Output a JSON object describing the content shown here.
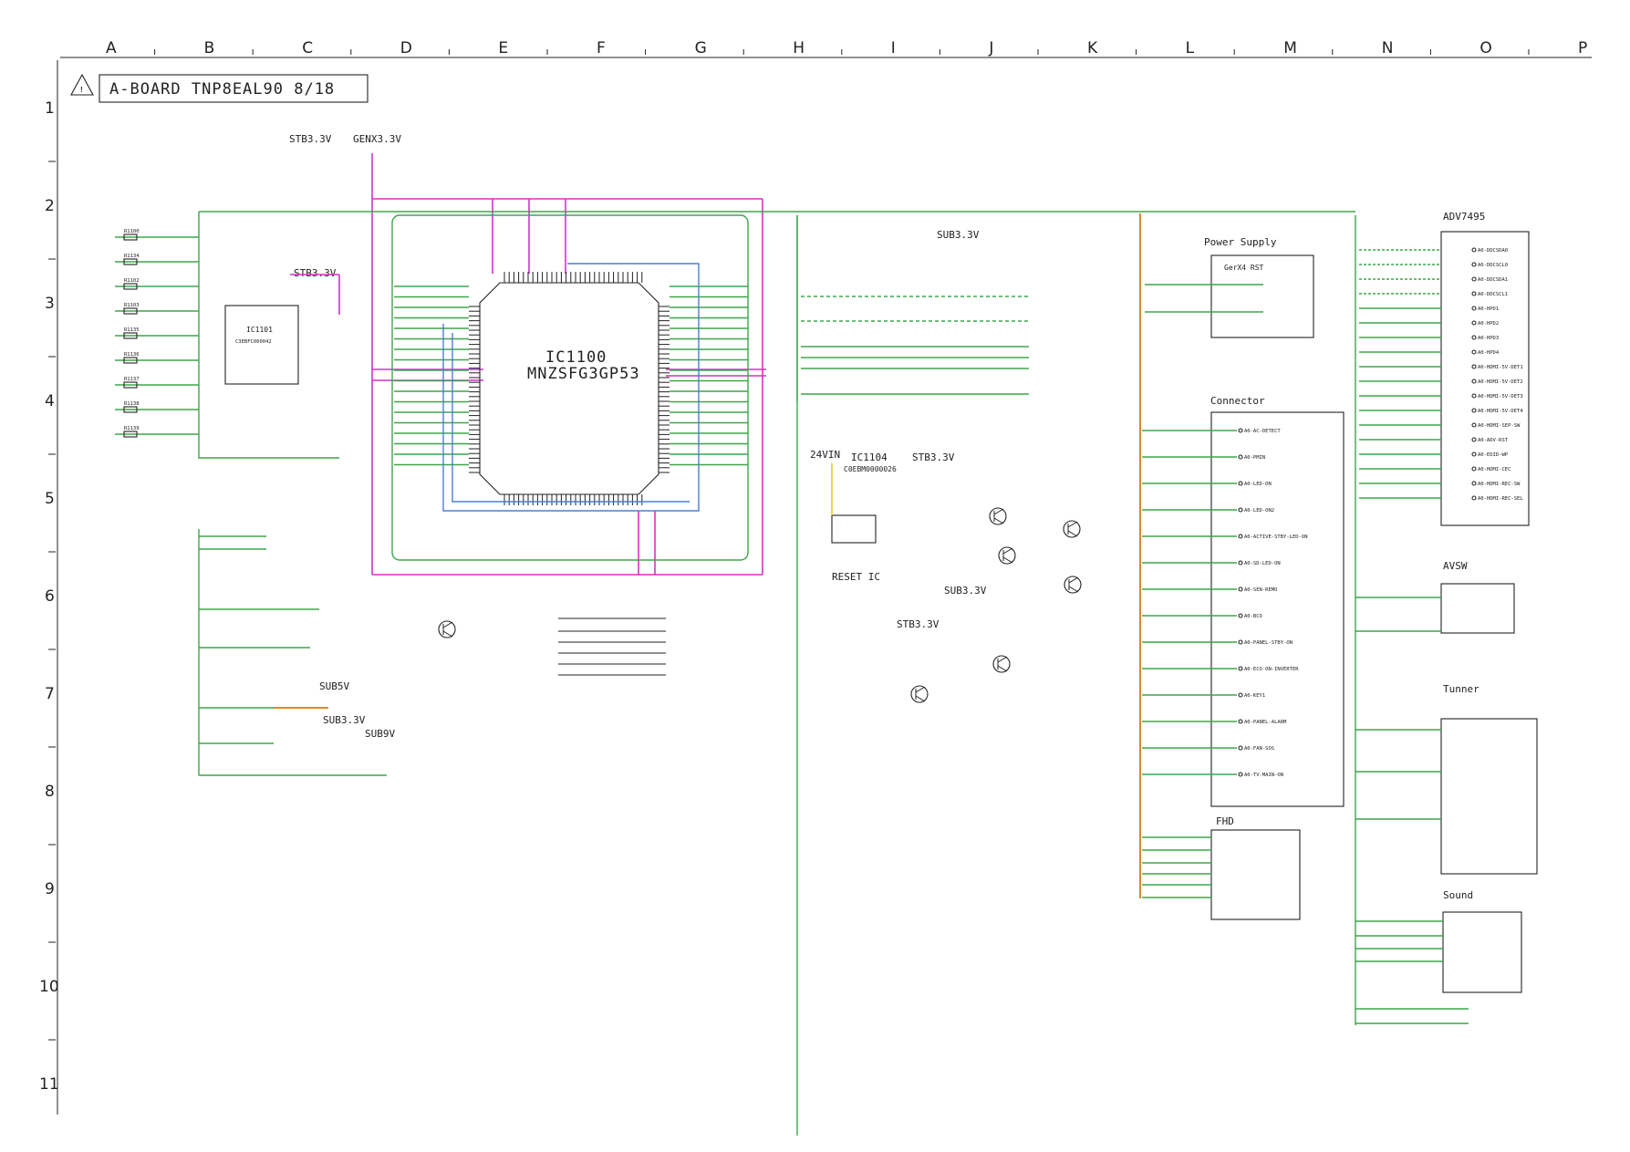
{
  "sheet": {
    "title": "A-BOARD TNP8EAL90 8/18",
    "warning_icon": "warning-triangle-icon",
    "columns": [
      "A",
      "B",
      "C",
      "D",
      "E",
      "F",
      "G",
      "H",
      "I",
      "J",
      "K",
      "L",
      "M",
      "N",
      "O",
      "P"
    ],
    "rows": [
      "1",
      "2",
      "3",
      "4",
      "5",
      "6",
      "7",
      "8",
      "9",
      "10",
      "11"
    ]
  },
  "main_ic": {
    "ref": "IC1100",
    "part": "MNZSFG3GP53"
  },
  "ic1101": {
    "ref": "IC1101",
    "part": "C3EBFC000042"
  },
  "ic1104": {
    "ref": "IC1104",
    "part": "C0EBM0000026",
    "function": "RESET IC",
    "supply": "24VIN"
  },
  "rails": {
    "stb33_a": "STB3.3V",
    "genx33": "GENX3.3V",
    "stb33_b": "STB3.3V",
    "sub33_a": "SUB3.3V",
    "stb33_c": "STB3.3V",
    "sub33_b": "SUB3.3V",
    "stb33_d": "STB3.3V",
    "sub5v": "SUB5V",
    "sub33_c": "SUB3.3V",
    "sub9v": "SUB9V"
  },
  "blocks": {
    "power_supply": "Power Supply",
    "gerx4_rst": "GerX4 RST",
    "connector": "Connector",
    "fhd": "FHD",
    "adv7495": "ADV7495",
    "avsw": "AVSW",
    "tunner": "Tunner",
    "sound": "Sound"
  },
  "left_nets": [
    "R1100",
    "R1134",
    "R1102",
    "R1103",
    "R1135",
    "R1136",
    "R1137",
    "R1138",
    "R1139"
  ],
  "adv_pins": [
    "A0-DDCSDA0",
    "A0-DDCSCL0",
    "A0-DDCSDA1",
    "A0-DDCSCL1",
    "A0-HPD1",
    "A0-HPD2",
    "A0-HPD3",
    "A0-HPD4",
    "A0-HDMI-5V-DET1",
    "A0-HDMI-5V-DET2",
    "A0-HDMI-5V-DET3",
    "A0-HDMI-5V-DET4",
    "A0-HDMI-SEP-SW",
    "A0-ADV-RST",
    "A0-EDID-WP",
    "A0-HDMI-CEC",
    "A0-HDMI-REC-SW",
    "A0-HDMI-REC-SEL"
  ],
  "connector_pins": [
    "A0-AC-DETECT",
    "A0-PMIN",
    "A0-LED-ON",
    "A0-LED-ON2",
    "A0-ACTIVE-STBY-LED-ON",
    "A0-SD-LED-ON",
    "A0-SEN-REMO",
    "A0-BCO",
    "A0-PANEL-STBY-ON",
    "A0-ECO-ON-INVERTER",
    "A0-KEY1",
    "A0-PANEL-ALARM",
    "A0-FAN-SOS",
    "A0-TV-MAIN-ON"
  ]
}
